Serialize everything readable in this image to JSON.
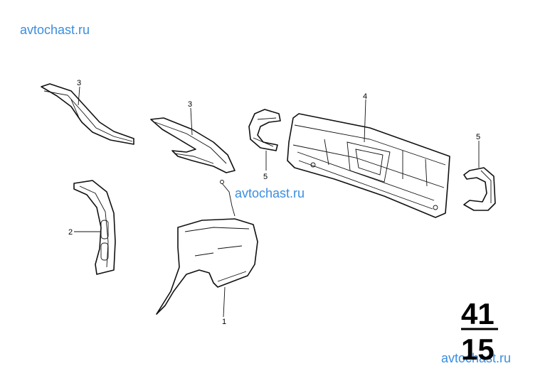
{
  "watermarks": [
    "avtochast.ru",
    "avtochast.ru",
    "avtochast.ru"
  ],
  "callouts": [
    "3",
    "3",
    "5",
    "4",
    "5",
    "2",
    "1"
  ],
  "group_number": "41",
  "subgroup_number": "15"
}
